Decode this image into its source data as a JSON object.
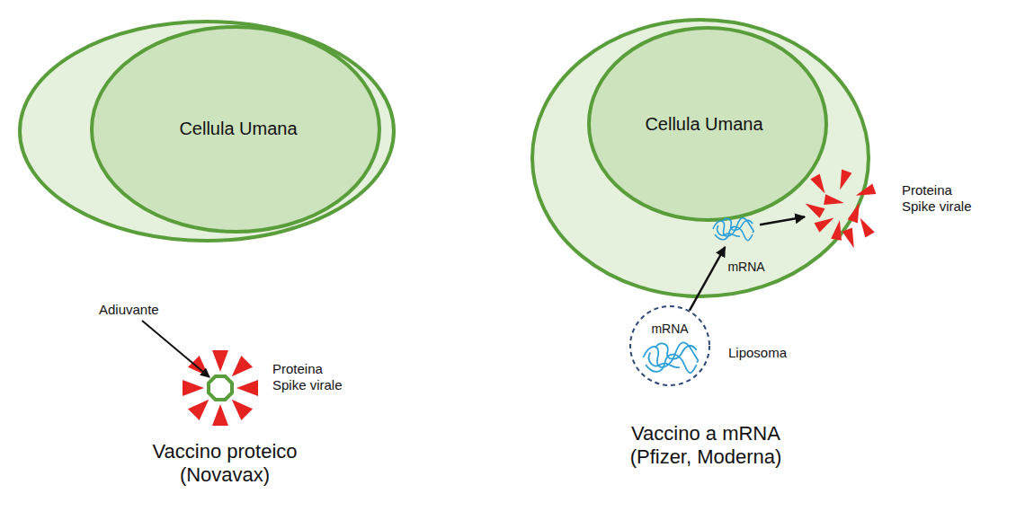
{
  "diagram": {
    "nodes": [
      {
        "text": [
          "Cellula Umana"
        ]
      },
      {
        "text": [
          "Cellula Umana"
        ]
      },
      {
        "text": [
          "mRNA"
        ],
        "in": 1
      },
      {
        "text": [
          "Proteina Spike virale"
        ]
      },
      {
        "text": [
          "mRNA",
          "Liposoma"
        ]
      },
      {
        "text": [
          "Proteina Spike virale"
        ]
      }
    ],
    "edges": [
      {
        "from": 4,
        "to": 2,
        "arrow": "to"
      },
      {
        "from": 2,
        "to": 3,
        "arrow": "to"
      }
    ],
    "labels": [
      "Adiuvante",
      "Vaccino proteico (Novavax)",
      "Vaccino a mRNA (Pfizer, Moderna)"
    ]
  }
}
